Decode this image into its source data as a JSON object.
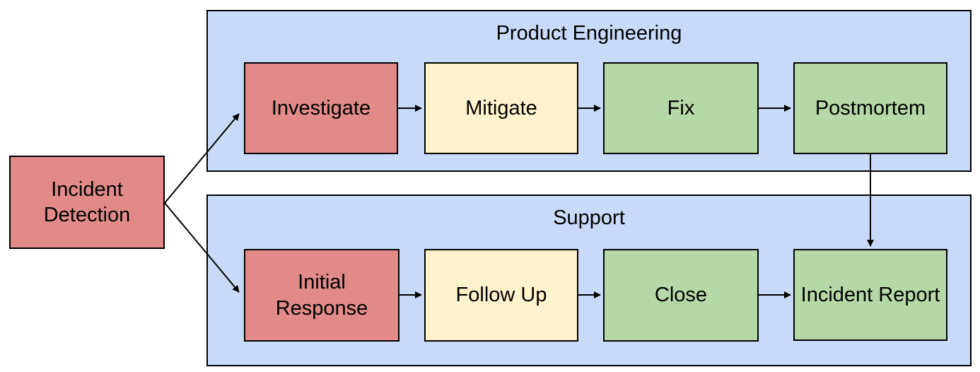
{
  "diagram": {
    "standalone": {
      "label": "Incident Detection",
      "color": "red"
    },
    "lanes": [
      {
        "title": "Product Engineering",
        "nodes": [
          {
            "label": "Investigate",
            "color": "red"
          },
          {
            "label": "Mitigate",
            "color": "yellow"
          },
          {
            "label": "Fix",
            "color": "green"
          },
          {
            "label": "Postmortem",
            "color": "green"
          }
        ]
      },
      {
        "title": "Support",
        "nodes": [
          {
            "label": "Initial Response",
            "color": "red"
          },
          {
            "label": "Follow Up",
            "color": "yellow"
          },
          {
            "label": "Close",
            "color": "green"
          },
          {
            "label": "Incident Report",
            "color": "green"
          }
        ]
      }
    ],
    "edges": [
      {
        "from": "Incident Detection",
        "to": "Investigate"
      },
      {
        "from": "Incident Detection",
        "to": "Initial Response"
      },
      {
        "from": "Investigate",
        "to": "Mitigate"
      },
      {
        "from": "Mitigate",
        "to": "Fix"
      },
      {
        "from": "Fix",
        "to": "Postmortem"
      },
      {
        "from": "Postmortem",
        "to": "Incident Report"
      },
      {
        "from": "Initial Response",
        "to": "Follow Up"
      },
      {
        "from": "Follow Up",
        "to": "Close"
      },
      {
        "from": "Close",
        "to": "Incident Report"
      }
    ],
    "colors": {
      "red": "#E28A8A",
      "yellow": "#FFF2CC",
      "green": "#B6D7A8",
      "lane": "#C9DAF8",
      "border": "#000000",
      "background": "#FFFFFF",
      "text": "#000000"
    }
  }
}
